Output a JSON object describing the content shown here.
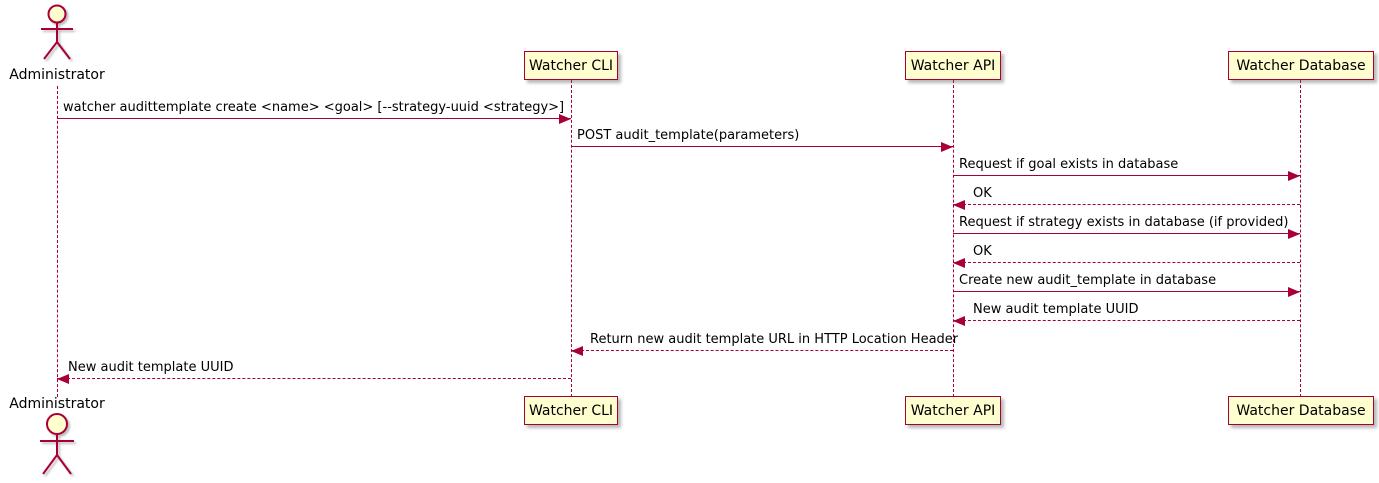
{
  "diagram": {
    "type": "sequence-diagram",
    "colors": {
      "accent": "#A80036",
      "participant_fill": "#FEFECE",
      "text": "#000000",
      "background": "#ffffff"
    },
    "actor": {
      "icon": "actor-stick-figure-icon",
      "top_label": "Administrator",
      "bottom_label": "Administrator"
    },
    "participants": {
      "watcher_cli": "Watcher CLI",
      "watcher_api": "Watcher API",
      "watcher_database": "Watcher Database"
    },
    "messages": [
      {
        "from": "Administrator",
        "to": "Watcher CLI",
        "style": "solid",
        "direction": "right",
        "text": "watcher audittemplate create <name> <goal> [--strategy-uuid <strategy>]"
      },
      {
        "from": "Watcher CLI",
        "to": "Watcher API",
        "style": "solid",
        "direction": "right",
        "text": "POST audit_template(parameters)"
      },
      {
        "from": "Watcher API",
        "to": "Watcher Database",
        "style": "solid",
        "direction": "right",
        "text": "Request if goal exists in database"
      },
      {
        "from": "Watcher Database",
        "to": "Watcher API",
        "style": "dashed",
        "direction": "left",
        "text": "OK"
      },
      {
        "from": "Watcher API",
        "to": "Watcher Database",
        "style": "solid",
        "direction": "right",
        "text": "Request if strategy exists in database (if provided)"
      },
      {
        "from": "Watcher Database",
        "to": "Watcher API",
        "style": "dashed",
        "direction": "left",
        "text": "OK"
      },
      {
        "from": "Watcher API",
        "to": "Watcher Database",
        "style": "solid",
        "direction": "right",
        "text": "Create new audit_template in database"
      },
      {
        "from": "Watcher Database",
        "to": "Watcher API",
        "style": "dashed",
        "direction": "left",
        "text": "New audit template UUID"
      },
      {
        "from": "Watcher API",
        "to": "Watcher CLI",
        "style": "dashed",
        "direction": "left",
        "text": "Return new audit template URL in HTTP Location Header"
      },
      {
        "from": "Watcher CLI",
        "to": "Administrator",
        "style": "dashed",
        "direction": "left",
        "text": "New audit template UUID"
      }
    ]
  }
}
